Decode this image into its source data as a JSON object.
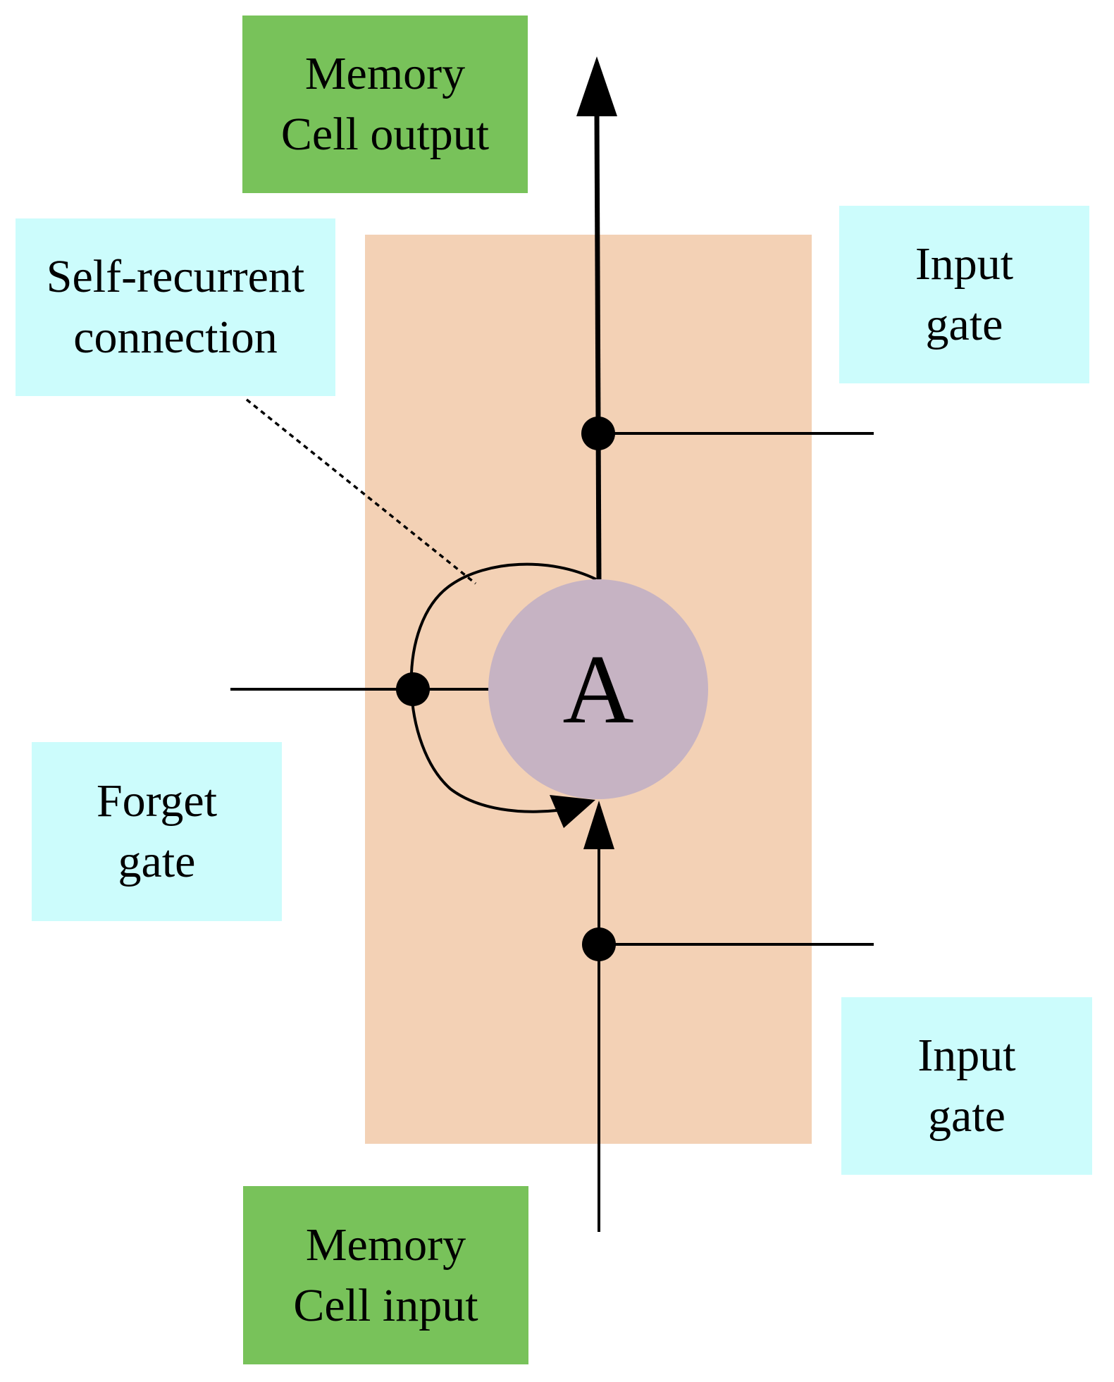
{
  "labels": {
    "cell_output": {
      "line1": "Memory",
      "line2": "Cell output"
    },
    "cell_input": {
      "line1": "Memory",
      "line2": "Cell input"
    },
    "self_recurrent": {
      "line1": "Self-recurrent",
      "line2": "connection"
    },
    "output_side_gate": {
      "line1": "Input",
      "line2": "gate"
    },
    "input_side_gate": {
      "line1": "Input",
      "line2": "gate"
    },
    "forget_gate": {
      "line1": "Forget",
      "line2": "gate"
    }
  },
  "node": {
    "label": "A"
  },
  "colors": {
    "cell_block": "#f3d1b5",
    "node_fill": "#c6b3c3",
    "memory_box": "#78c25a",
    "gate_box": "#ccfcfc",
    "stroke": "#000000"
  }
}
